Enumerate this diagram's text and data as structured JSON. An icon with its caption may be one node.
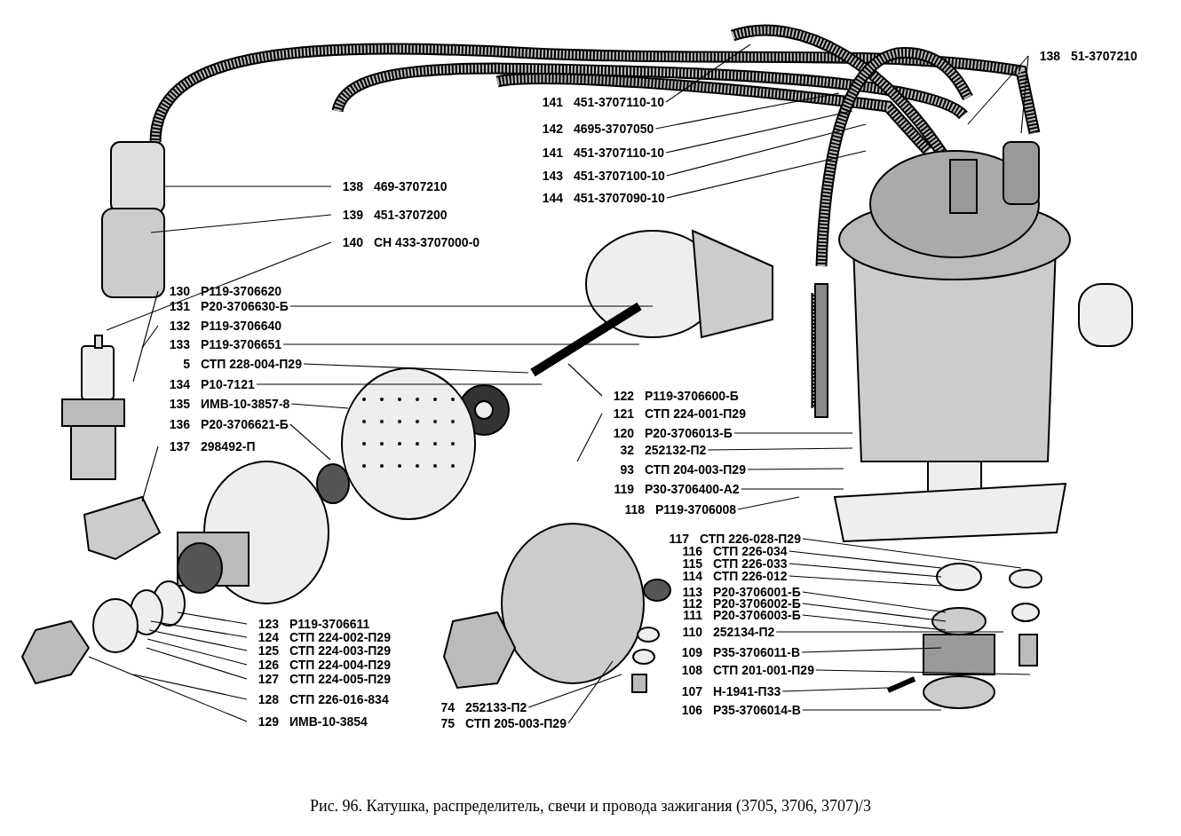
{
  "diagram": {
    "caption": "Рис. 96. Катушка, распределитель, свечи и провода зажигания (3705, 3706, 3707)/3",
    "nodes": [
      {
        "text": [
          "138",
          "51-3707210"
        ]
      },
      {
        "text": [
          "141",
          "451-3707110-10"
        ]
      },
      {
        "text": [
          "142",
          "4695-3707050"
        ]
      },
      {
        "text": [
          "141",
          "451-3707110-10"
        ]
      },
      {
        "text": [
          "143",
          "451-3707100-10"
        ]
      },
      {
        "text": [
          "144",
          "451-3707090-10"
        ]
      },
      {
        "text": [
          "138",
          "469-3707210"
        ]
      },
      {
        "text": [
          "139",
          "451-3707200"
        ]
      },
      {
        "text": [
          "140",
          "СН 433-3707000-0"
        ]
      },
      {
        "text": [
          "130",
          "Р119-3706620"
        ]
      },
      {
        "text": [
          "131",
          "Р20-3706630-Б"
        ]
      },
      {
        "text": [
          "132",
          "Р119-3706640"
        ]
      },
      {
        "text": [
          "133",
          "Р119-3706651"
        ]
      },
      {
        "text": [
          "5",
          "СТП 228-004-П29"
        ]
      },
      {
        "text": [
          "134",
          "Р10-7121"
        ]
      },
      {
        "text": [
          "135",
          "ИМВ-10-3857-8"
        ]
      },
      {
        "text": [
          "136",
          "Р20-3706621-Б"
        ]
      },
      {
        "text": [
          "137",
          "298492-П"
        ]
      },
      {
        "text": [
          "122",
          "Р119-3706600-Б"
        ]
      },
      {
        "text": [
          "121",
          "СТП 224-001-П29"
        ]
      },
      {
        "text": [
          "120",
          "Р20-3706013-Б"
        ]
      },
      {
        "text": [
          "32",
          "252132-П2"
        ]
      },
      {
        "text": [
          "93",
          "СТП 204-003-П29"
        ]
      },
      {
        "text": [
          "119",
          "Р30-3706400-А2"
        ]
      },
      {
        "text": [
          "118",
          "Р119-3706008"
        ]
      },
      {
        "text": [
          "117",
          "СТП 226-028-П29"
        ]
      },
      {
        "text": [
          "116",
          "СТП 226-034"
        ]
      },
      {
        "text": [
          "115",
          "СТП 226-033"
        ]
      },
      {
        "text": [
          "114",
          "СТП 226-012"
        ]
      },
      {
        "text": [
          "113",
          "Р20-3706001-Б"
        ]
      },
      {
        "text": [
          "112",
          "Р20-3706002-Б"
        ]
      },
      {
        "text": [
          "111",
          "Р20-3706003-Б"
        ]
      },
      {
        "text": [
          "110",
          "252134-П2"
        ]
      },
      {
        "text": [
          "109",
          "Р35-3706011-В"
        ]
      },
      {
        "text": [
          "108",
          "СТП 201-001-П29"
        ]
      },
      {
        "text": [
          "107",
          "Н-1941-П33"
        ]
      },
      {
        "text": [
          "106",
          "Р35-3706014-В"
        ]
      },
      {
        "text": [
          "123",
          "Р119-3706611"
        ]
      },
      {
        "text": [
          "124",
          "СТП 224-002-П29"
        ]
      },
      {
        "text": [
          "125",
          "СТП 224-003-П29"
        ]
      },
      {
        "text": [
          "126",
          "СТП 224-004-П29"
        ]
      },
      {
        "text": [
          "127",
          "СТП 224-005-П29"
        ]
      },
      {
        "text": [
          "128",
          "СТП 226-016-834"
        ]
      },
      {
        "text": [
          "129",
          "ИМВ-10-3854"
        ]
      },
      {
        "text": [
          "74",
          "252133-П2"
        ]
      },
      {
        "text": [
          "75",
          "СТП 205-003-П29"
        ]
      }
    ],
    "edges": [
      {
        "from": 0,
        "to": null,
        "arrow": "none"
      },
      {
        "from": 0,
        "to": null,
        "arrow": "none"
      },
      {
        "from": 1,
        "to": null,
        "arrow": "none"
      },
      {
        "from": 2,
        "to": null,
        "arrow": "none"
      },
      {
        "from": 3,
        "to": null,
        "arrow": "none"
      },
      {
        "from": 4,
        "to": null,
        "arrow": "none"
      },
      {
        "from": 5,
        "to": null,
        "arrow": "none"
      },
      {
        "from": 6,
        "to": null,
        "arrow": "none"
      },
      {
        "from": 7,
        "to": null,
        "arrow": "none"
      },
      {
        "from": 8,
        "to": null,
        "arrow": "none"
      },
      {
        "from": 9,
        "to": null,
        "arrow": "none"
      },
      {
        "from": 10,
        "to": null,
        "arrow": "none"
      },
      {
        "from": 11,
        "to": null,
        "arrow": "none"
      },
      {
        "from": 12,
        "to": null,
        "arrow": "none"
      },
      {
        "from": 13,
        "to": null,
        "arrow": "none"
      },
      {
        "from": 14,
        "to": null,
        "arrow": "none"
      },
      {
        "from": 15,
        "to": null,
        "arrow": "none"
      },
      {
        "from": 16,
        "to": null,
        "arrow": "none"
      },
      {
        "from": 17,
        "to": null,
        "arrow": "none"
      },
      {
        "from": 18,
        "to": null,
        "arrow": "none"
      },
      {
        "from": 19,
        "to": null,
        "arrow": "none"
      },
      {
        "from": 20,
        "to": null,
        "arrow": "none"
      },
      {
        "from": 21,
        "to": null,
        "arrow": "none"
      },
      {
        "from": 22,
        "to": null,
        "arrow": "none"
      },
      {
        "from": 23,
        "to": null,
        "arrow": "none"
      },
      {
        "from": 24,
        "to": null,
        "arrow": "none"
      },
      {
        "from": 25,
        "to": null,
        "arrow": "none"
      },
      {
        "from": 26,
        "to": null,
        "arrow": "none"
      },
      {
        "from": 27,
        "to": null,
        "arrow": "none"
      },
      {
        "from": 28,
        "to": null,
        "arrow": "none"
      },
      {
        "from": 29,
        "to": null,
        "arrow": "none"
      },
      {
        "from": 30,
        "to": null,
        "arrow": "none"
      },
      {
        "from": 31,
        "to": null,
        "arrow": "none"
      },
      {
        "from": 32,
        "to": null,
        "arrow": "none"
      },
      {
        "from": 33,
        "to": null,
        "arrow": "none"
      },
      {
        "from": 34,
        "to": null,
        "arrow": "none"
      },
      {
        "from": 35,
        "to": null,
        "arrow": "none"
      },
      {
        "from": 36,
        "to": null,
        "arrow": "none"
      },
      {
        "from": 37,
        "to": null,
        "arrow": "none"
      },
      {
        "from": 38,
        "to": null,
        "arrow": "none"
      },
      {
        "from": 39,
        "to": null,
        "arrow": "none"
      },
      {
        "from": 40,
        "to": null,
        "arrow": "none"
      },
      {
        "from": 41,
        "to": null,
        "arrow": "none"
      },
      {
        "from": 42,
        "to": null,
        "arrow": "none"
      },
      {
        "from": 43,
        "to": null,
        "arrow": "none"
      },
      {
        "from": 44,
        "to": null,
        "arrow": "none"
      },
      {
        "from": 45,
        "to": null,
        "arrow": "none"
      }
    ]
  }
}
